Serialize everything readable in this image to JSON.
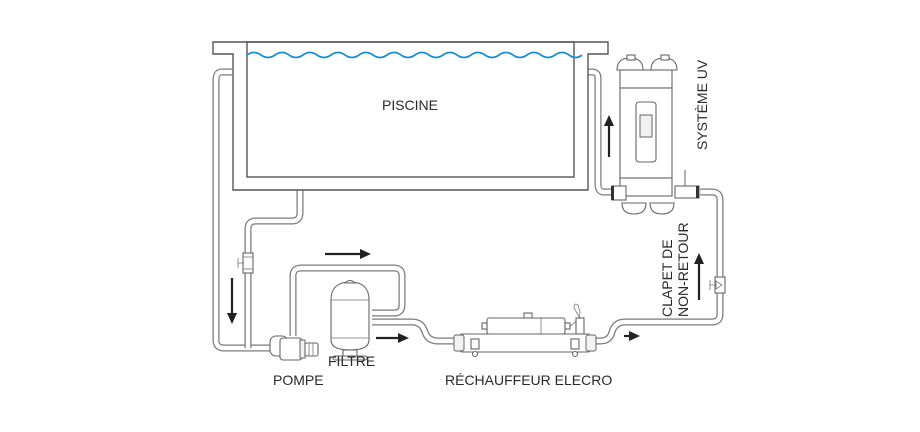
{
  "diagram": {
    "labels": {
      "pool": "PISCINE",
      "uv_system": "SYSTÈME UV",
      "check_valve_line1": "CLAPET DE",
      "check_valve_line2": "NON-RETOUR",
      "pump": "POMPE",
      "filter": "FILTRE",
      "heater": "RÉCHAUFFEUR ELECRO"
    },
    "colors": {
      "water": "#1a8fd0",
      "line": "#555555",
      "arrow": "#222222"
    },
    "flow_arrows": [
      "down",
      "right",
      "right",
      "right",
      "up",
      "up"
    ]
  }
}
